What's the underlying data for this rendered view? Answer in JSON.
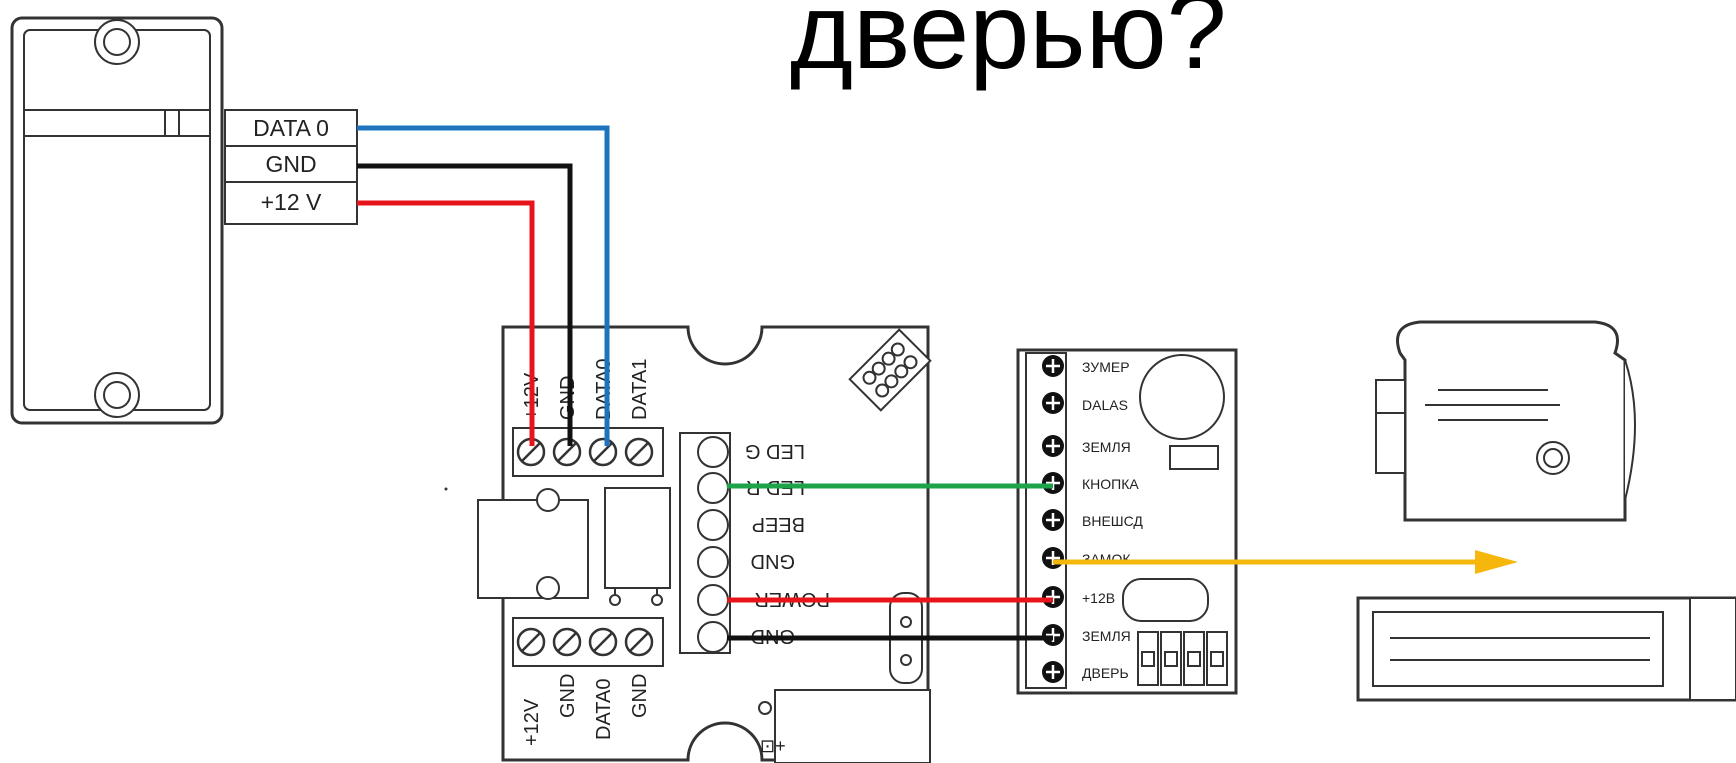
{
  "title": "дверью?",
  "reader": {
    "pins": [
      "DATA 0",
      "GND",
      "+12 V"
    ]
  },
  "controller": {
    "top_terminals": [
      "+12V",
      "GND",
      "DATA0",
      "DATA1"
    ],
    "bottom_terminals": [
      "+12V",
      "GND",
      "DATA0",
      "GND"
    ],
    "side_terminals": [
      "LED G",
      "LED R",
      "BEEP",
      "GND",
      "POWER",
      "GND"
    ]
  },
  "relay_module": {
    "terminals": [
      "ЗУМЕР",
      "DALAS",
      "ЗЕМЛЯ",
      "КНОПКА",
      "ВНЕШСД",
      "ЗАМОК",
      "+12В",
      "ЗЕМЛЯ",
      "ДВЕРЬ"
    ]
  },
  "colors": {
    "blue": "#1e73be",
    "black": "#111111",
    "red": "#e8141b",
    "green": "#1ea34a",
    "yellow": "#f6b70d"
  }
}
